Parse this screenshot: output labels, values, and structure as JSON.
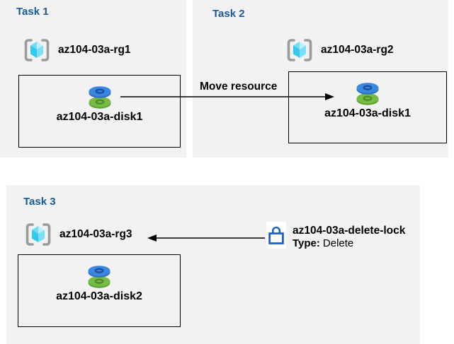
{
  "panels": [
    {
      "title": "Task 1",
      "resource_group": "az104-03a-rg1",
      "disk": "az104-03a-disk1"
    },
    {
      "title": "Task 2",
      "resource_group": "az104-03a-rg2",
      "disk": "az104-03a-disk1"
    },
    {
      "title": "Task 3",
      "resource_group": "az104-03a-rg3",
      "disk": "az104-03a-disk2"
    }
  ],
  "arrows": {
    "move_label": "Move resource"
  },
  "lock": {
    "name": "az104-03a-delete-lock",
    "type_label": "Type:",
    "type_value": "Delete"
  },
  "icons": {
    "resource_group": "resource-group-icon",
    "disk": "disk-icon",
    "lock": "lock-icon"
  },
  "colors": {
    "panel_bg": "#f2f2f2",
    "task_title": "#1a5a96",
    "label_text": "#000000",
    "arrow": "#000000",
    "lock_blue": "#1e62d0",
    "disk_blue_top": "#3b87e0",
    "disk_blue_side": "#2f6fc8",
    "disk_blue_hole": "#1d4f9e",
    "disk_green_top": "#76bb44",
    "disk_green_side": "#5da32f",
    "disk_green_hole": "#4e8c27",
    "rg_bracket_gray": "#9b9b9b",
    "rg_cube_cyan": "#35c8f0"
  }
}
